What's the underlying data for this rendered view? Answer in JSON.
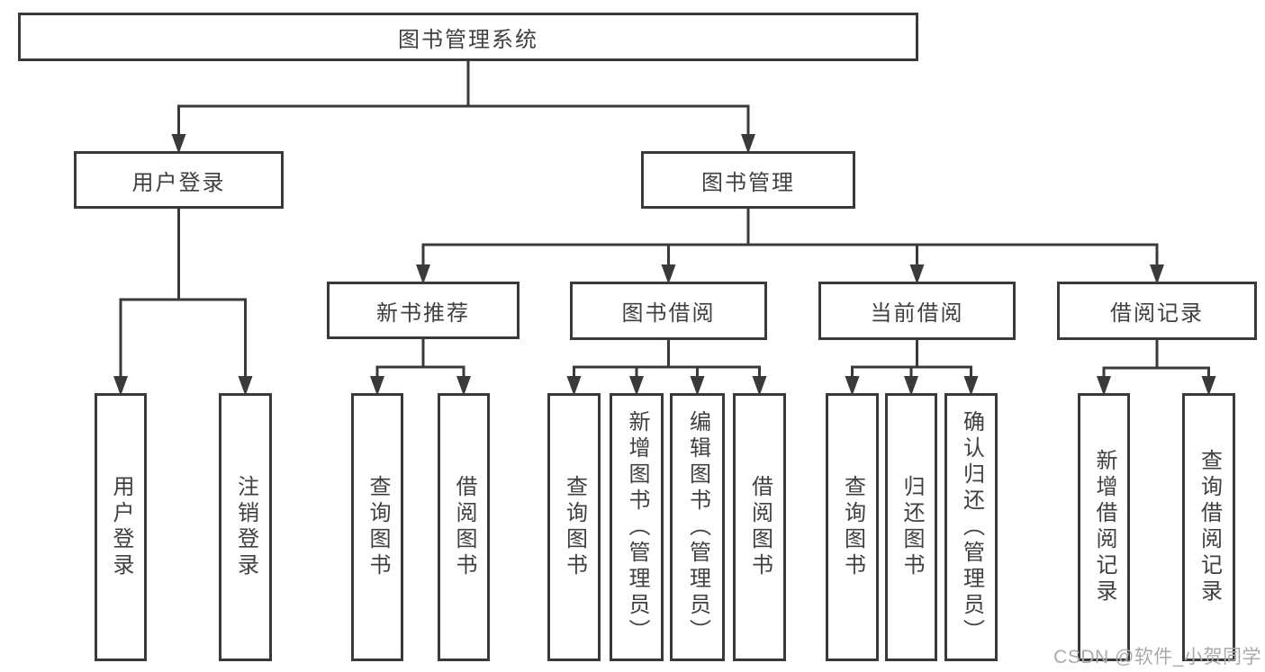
{
  "diagram": {
    "title": "图书管理系统",
    "line_color": "#3a3a3a",
    "text_color": "#404040",
    "box_background": "#ffffff",
    "nodes": [
      {
        "id": "root",
        "label": "图书管理系统",
        "parent": null
      },
      {
        "id": "user-login",
        "label": "用户登录",
        "parent": "root"
      },
      {
        "id": "book-mgmt",
        "label": "图书管理",
        "parent": "root"
      },
      {
        "id": "new-book-rec",
        "label": "新书推荐",
        "parent": "book-mgmt"
      },
      {
        "id": "book-borrow",
        "label": "图书借阅",
        "parent": "book-mgmt"
      },
      {
        "id": "current-borrow",
        "label": "当前借阅",
        "parent": "book-mgmt"
      },
      {
        "id": "borrow-record",
        "label": "借阅记录",
        "parent": "book-mgmt"
      },
      {
        "id": "leaf-user-login",
        "label": "用户登录",
        "parent": "user-login"
      },
      {
        "id": "leaf-logout",
        "label": "注销登录",
        "parent": "user-login"
      },
      {
        "id": "leaf-nbr-query",
        "label": "查询图书",
        "parent": "new-book-rec"
      },
      {
        "id": "leaf-nbr-borrow",
        "label": "借阅图书",
        "parent": "new-book-rec"
      },
      {
        "id": "leaf-bb-query",
        "label": "查询图书",
        "parent": "book-borrow"
      },
      {
        "id": "leaf-bb-add",
        "label": "新增图书（管理员）",
        "parent": "book-borrow"
      },
      {
        "id": "leaf-bb-edit",
        "label": "编辑图书（管理员）",
        "parent": "book-borrow"
      },
      {
        "id": "leaf-bb-borrow",
        "label": "借阅图书",
        "parent": "book-borrow"
      },
      {
        "id": "leaf-cb-query",
        "label": "查询图书",
        "parent": "current-borrow"
      },
      {
        "id": "leaf-cb-return",
        "label": "归还图书",
        "parent": "current-borrow"
      },
      {
        "id": "leaf-cb-confirm",
        "label": "确认归还（管理员）",
        "parent": "current-borrow"
      },
      {
        "id": "leaf-br-add",
        "label": "新增借阅记录",
        "parent": "borrow-record"
      },
      {
        "id": "leaf-br-query",
        "label": "查询借阅记录",
        "parent": "borrow-record"
      }
    ]
  },
  "watermark": {
    "text": "CSDN @软件_小贺同学",
    "color": "#aaaaaa"
  }
}
